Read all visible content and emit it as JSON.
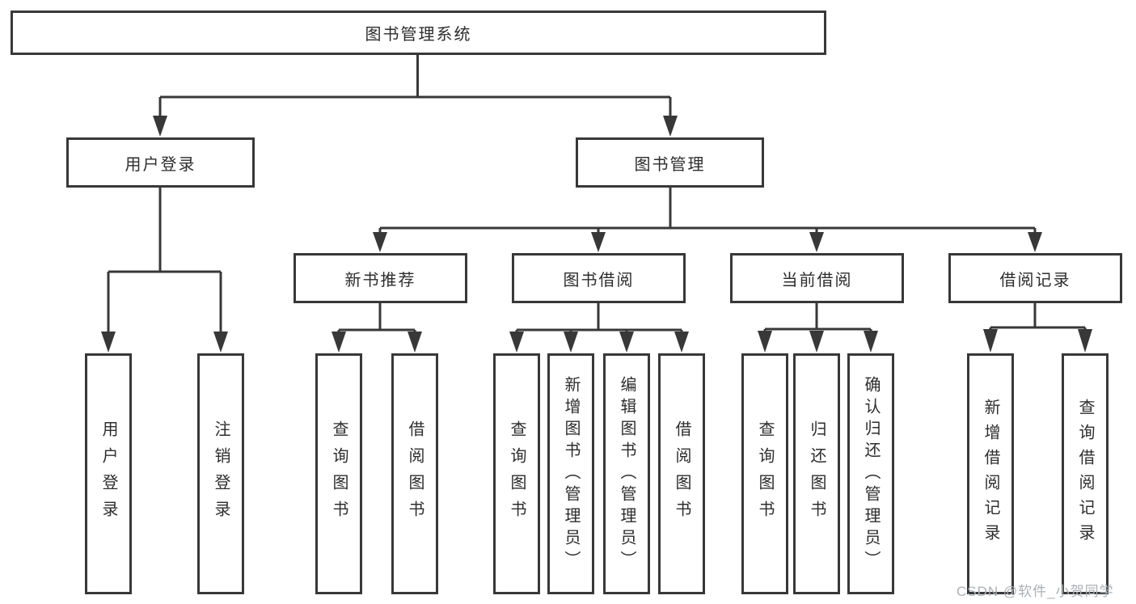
{
  "diagram": {
    "type": "hierarchy-tree",
    "orientation": "top-down"
  },
  "nodes": {
    "root": "图书管理系统",
    "level2": {
      "user_login": "用户登录",
      "book_management": "图书管理"
    },
    "level3": {
      "new_book_recommend": "新书推荐",
      "book_borrow": "图书借阅",
      "current_borrow": "当前借阅",
      "borrow_records": "借阅记录"
    },
    "leaves": {
      "user_login": "用户登录",
      "logout": "注销登录",
      "nbr_query_book": "查询图书",
      "nbr_borrow_book": "借阅图书",
      "bb_query_book": "查询图书",
      "bb_add_book": "新增图书（管理员）",
      "bb_edit_book": "编辑图书（管理员）",
      "bb_borrow_book": "借阅图书",
      "cb_query_book": "查询图书",
      "cb_return_book": "归还图书",
      "cb_confirm_return": "确认归还（管理员）",
      "br_add_record": "新增借阅记录",
      "br_query_record": "查询借阅记录"
    }
  },
  "watermark": {
    "text": "CSDN @软件_小贺同学",
    "color": "#abb0b6"
  },
  "colors": {
    "line": "#383838",
    "box_border": "#383838",
    "text": "#2d2d2d",
    "background": "#ffffff"
  }
}
